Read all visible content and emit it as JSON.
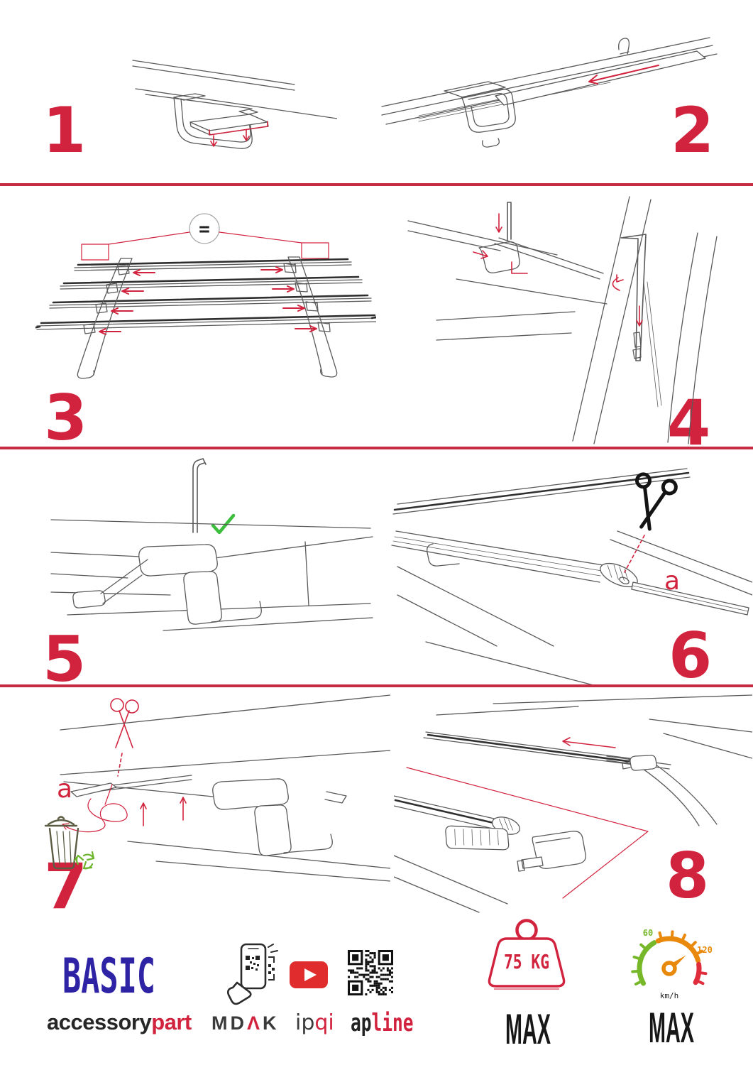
{
  "page": {
    "background": "#ffffff",
    "accent_red": "#d2233e",
    "divider_red": "#c62b44"
  },
  "steps": [
    {
      "number": "1"
    },
    {
      "number": "2"
    },
    {
      "number": "3",
      "equal_annotation": "="
    },
    {
      "number": "4"
    },
    {
      "number": "5"
    },
    {
      "number": "6",
      "part_label": "a"
    },
    {
      "number": "7",
      "part_label": "a"
    },
    {
      "number": "8"
    }
  ],
  "footer": {
    "product_name": "BASIC",
    "brand": {
      "black": "accessory",
      "red": "part"
    },
    "partners": {
      "mdak_prefix": "MD",
      "mdak_lambda": "Λ",
      "mdak_suffix": "K",
      "ipqi_black": "ip",
      "ipqi_red": "qi",
      "apline_black": "ap",
      "apline_red": "line"
    },
    "load_limit": {
      "value": "75 KG",
      "label": "MAX"
    },
    "speed_limit": {
      "low_tick": "60",
      "high_tick": "120",
      "unit": "km/h",
      "label": "MAX"
    },
    "colors": {
      "basic_blue": "#2f23a5",
      "brand_red": "#d2233e",
      "youtube_red": "#e02c2c",
      "gauge_green": "#76b82a",
      "gauge_orange": "#e8890c",
      "gauge_red": "#e02d3c",
      "check_green": "#3dbd3d",
      "recycle_green": "#6cb52c"
    }
  }
}
